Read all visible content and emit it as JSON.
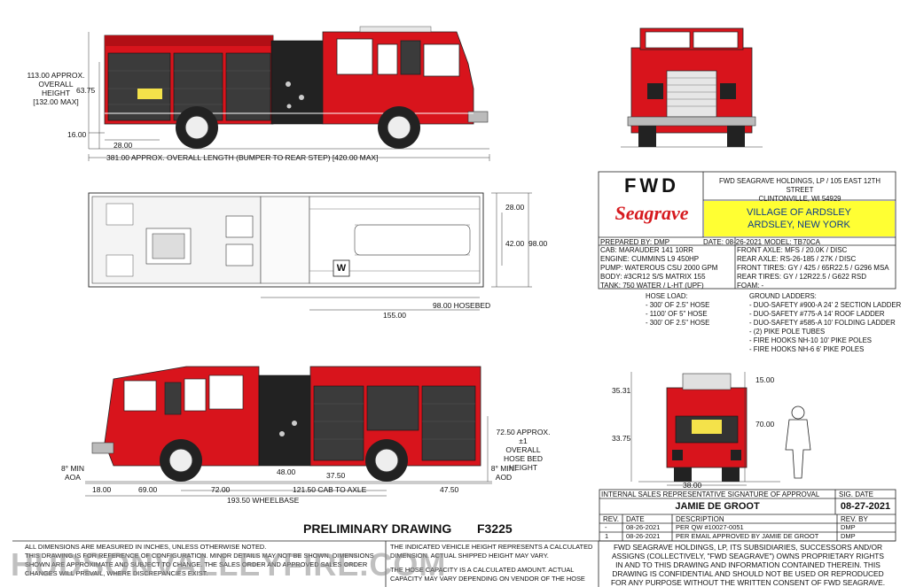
{
  "dimensions": {
    "height_note": [
      "113.00 APPROX.",
      "OVERALL",
      "HEIGHT",
      "[132.00 MAX]"
    ],
    "d_63_75": "63.75",
    "d_16_00": "16.00",
    "d_28_00": "28.00",
    "overall_length": "381.00 APPROX. OVERALL LENGTH (BUMPER TO REAR STEP) [420.00 MAX]",
    "top_28_00": "28.00",
    "top_42_00": "42.00",
    "top_98_00": "98.00",
    "hosebed_98": "98.00 HOSEBED",
    "d_155_00": "155.00",
    "hosebed_height": [
      "72.50 APPROX.±1",
      "OVERALL",
      "HOSE BED",
      "HEIGHT"
    ],
    "aoa": [
      "8° MIN",
      "AOA"
    ],
    "aod": [
      "8° MIN.",
      "AOD"
    ],
    "d_48_00": "48.00",
    "d_37_50": "37.50",
    "d_18_00": "18.00",
    "d_69_00": "69.00",
    "d_72_00": "72.00",
    "cab_to_axle": "121.50 CAB TO AXLE",
    "d_47_50": "47.50",
    "wheelbase": "193.50 WHEELBASE",
    "rear_15_00": "15.00",
    "rear_35_31": "35.31",
    "rear_70_00": "70.00",
    "rear_33_75": "33.75",
    "rear_38_00": "38.00",
    "marker_w": "W"
  },
  "title_block": {
    "logo_fwd": "FWD",
    "logo_seagrave": "Seagrave",
    "company_address": [
      "FWD SEAGRAVE HOLDINGS, LP / 105 EAST 12TH STREET",
      "CLINTONVILLE, WI 54929"
    ],
    "customer": [
      "VILLAGE OF ARDSLEY",
      "ARDSLEY, NEW YORK"
    ],
    "spec_left": [
      "PREPARED BY: DMP",
      "CAB:  MARAUDER 141 10RR",
      "ENGINE: CUMMINS L9 450HP",
      "PUMP: WATEROUS CSU 2000 GPM",
      "BODY: #3CR12 S/S MATRIX 155",
      "TANK:  750 WATER / L-HT (UPF)"
    ],
    "date": "DATE: 08-26-2021",
    "model": "MODEL:  TB70CA",
    "spec_right": [
      "FRONT AXLE:  MFS / 20.0K / DISC",
      "REAR AXLE:  RS-26-185 / 27K / DISC",
      "FRONT TIRES:  GY / 425 / 65R22.5 / G296 MSA",
      "REAR TIRES:  GY / 12R22.5 / G622 RSD",
      "FOAM:  -"
    ]
  },
  "hose_load": {
    "title": "HOSE LOAD:",
    "items": [
      "- 300' OF 2.5\" HOSE",
      "- 1100' OF 5\" HOSE",
      "- 300' OF 2.5\" HOSE"
    ]
  },
  "ground_ladders": {
    "title": "GROUND LADDERS:",
    "items": [
      "- DUO-SAFETY #900-A 24' 2 SECTION LADDER",
      "- DUO-SAFETY #775-A 14' ROOF LADDER",
      "- DUO-SAFETY #585-A 10' FOLDING LADDER",
      "- (2) PIKE POLE TUBES",
      "- FIRE HOOKS NH-10 10' PIKE POLES",
      "- FIRE HOOKS NH-6 6' PIKE POLES"
    ]
  },
  "approval": {
    "header": "INTERNAL SALES REPRESENTATIVE SIGNATURE OF APPROVAL",
    "sig_date_label": "SIG. DATE",
    "name": "JAMIE DE GROOT",
    "sig_date": "08-27-2021"
  },
  "revisions": {
    "headers": [
      "REV.",
      "DATE",
      "DESCRIPTION",
      "REV. BY"
    ],
    "rows": [
      [
        "-",
        "08-26-2021",
        "PER QW #10027-0051",
        "DMP"
      ],
      [
        "1",
        "08-26-2021",
        "PER EMAIL APPROVED BY JAMIE DE GROOT",
        "DMP"
      ]
    ]
  },
  "footer": {
    "preliminary": "PRELIMINARY DRAWING",
    "drawing_no": "F3225",
    "left_notes": [
      "ALL DIMENSIONS ARE MEASURED IN INCHES, UNLESS OTHERWISE NOTED.",
      "THIS DRAWING IS FOR REFERENCE OF CONFIGURATION. MINOR DETAILS MAY NOT BE SHOWN. DIMENSIONS",
      "SHOWN ARE APPROXIMATE AND SUBJECT TO CHANGE. THE SALES ORDER AND APPROVED SALES ORDER",
      "CHANGES WILL PREVAIL, WHERE DISCREPANCIES EXIST."
    ],
    "mid_notes": [
      "THE INDICATED VEHICLE HEIGHT REPRESENTS A CALCULATED",
      "DIMENSION.  ACTUAL SHIPPED HEIGHT MAY VARY.",
      "",
      "THE HOSE CAPACITY IS A CALCULATED AMOUNT.  ACTUAL",
      "CAPACITY MAY VARY DEPENDING ON  VENDOR OF THE HOSE"
    ],
    "right_notes": [
      "FWD SEAGRAVE HOLDINGS, LP, ITS SUBSIDIARIES, SUCCESSORS AND/OR",
      "ASSIGNS (COLLECTIVELY, \"FWD SEAGRAVE\") OWNS PROPRIETARY RIGHTS",
      "IN AND TO THIS DRAWING AND INFORMATION CONTAINED THEREIN. THIS",
      "DRAWING IS CONFIDENTIAL AND SHOULD NOT BE USED OR REPRODUCED",
      "FOR ANY PURPOSE WITHOUT THE WRITTEN CONSENT OF  FWD SEAGRAVE."
    ],
    "watermark": "HUDSONVALLEYFIRE.COM"
  },
  "colors": {
    "truck_red": "#d8141c",
    "customer_yellow": "#ffff33",
    "logo_red": "#d61a1f"
  }
}
